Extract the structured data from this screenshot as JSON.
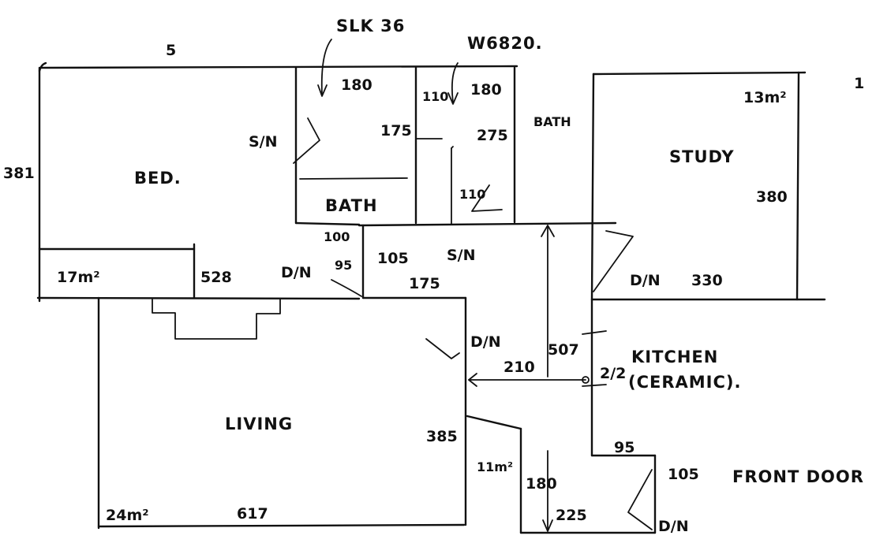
{
  "top_labels": {
    "five": "5",
    "slk": "SLK 36",
    "w6820": "W6820.",
    "corner": "1"
  },
  "rooms": {
    "bed": "BED.",
    "bath1": "BATH",
    "bath2": "BATH",
    "study": "STUDY",
    "living": "LIVING",
    "kitchen": "KITCHEN",
    "kitchen_floor": "(CERAMIC).",
    "front_door": "FRONT DOOR"
  },
  "dimensions": {
    "d381": "381",
    "d180a": "180",
    "d175a": "175",
    "d110a": "110",
    "d180b": "180",
    "d275": "275",
    "d13m": "13m²",
    "d380": "380",
    "d110b": "110",
    "d100": "100",
    "d95a": "95",
    "d105a": "105",
    "d175b": "175",
    "d17m": "17m²",
    "d528": "528",
    "d330": "330",
    "d507": "507",
    "d210": "210",
    "d22": "2/2",
    "d385": "385",
    "d11m": "11m²",
    "d180c": "180",
    "d95b": "95",
    "d105b": "105",
    "d225": "225",
    "d24m": "24m²",
    "d617": "617"
  },
  "notes": {
    "sn1": "S/N",
    "sn2": "S/N",
    "dn1": "D/N",
    "dn2": "D/N",
    "dn3": "D/N",
    "dn4": "D/N"
  }
}
